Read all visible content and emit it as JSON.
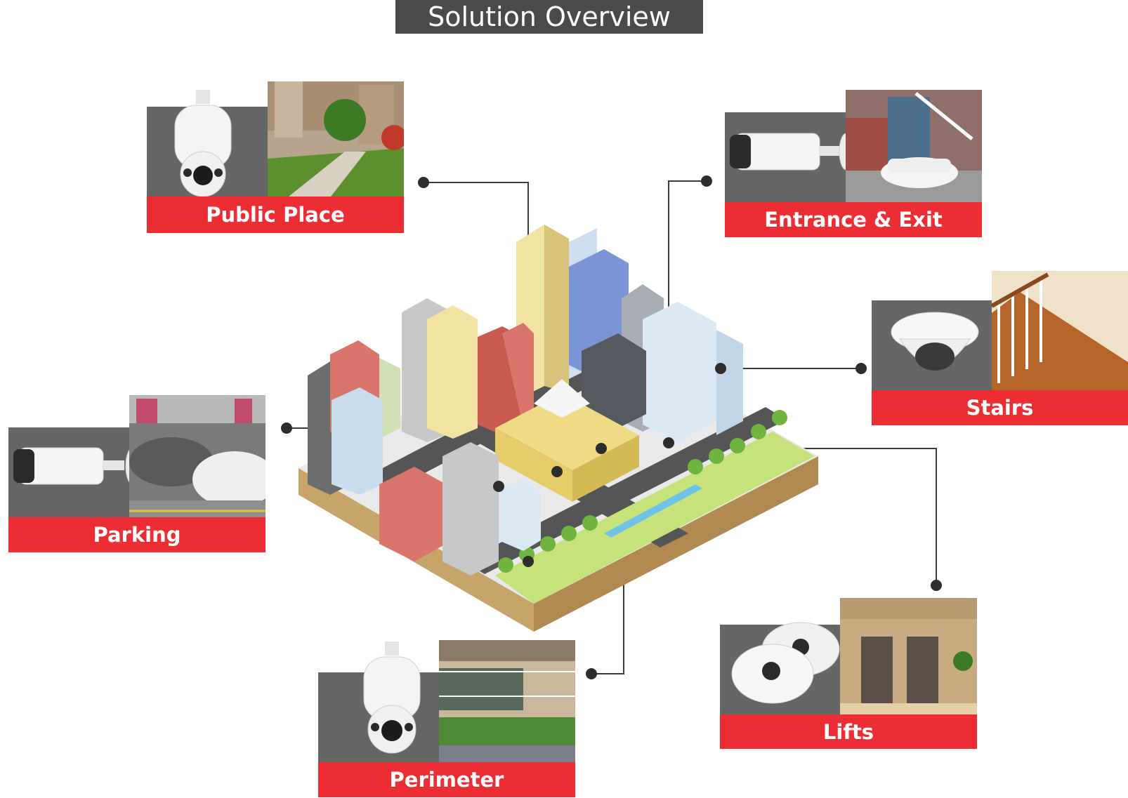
{
  "title": "Solution Overview",
  "cards": {
    "public_place": {
      "label": "Public Place",
      "camera": "ptz-dome-camera-icon",
      "scene": "park-walkway"
    },
    "entrance_exit": {
      "label": "Entrance & Exit",
      "camera": "bullet-camera-icon",
      "scene": "gate-barrier-car"
    },
    "stairs": {
      "label": "Stairs",
      "camera": "dome-camera-icon",
      "scene": "wooden-staircase"
    },
    "parking": {
      "label": "Parking",
      "camera": "bullet-camera-icon",
      "scene": "parking-lot-cars"
    },
    "perimeter": {
      "label": "Perimeter",
      "camera": "ptz-dome-camera-icon",
      "scene": "building-fence"
    },
    "lifts": {
      "label": "Lifts",
      "camera": "fisheye-camera-icon",
      "scene": "elevator-lobby"
    }
  },
  "colors": {
    "accent": "#ec2d34",
    "panel": "#666666",
    "title_bg": "#4a4a4a",
    "line": "#3a3a3a"
  }
}
